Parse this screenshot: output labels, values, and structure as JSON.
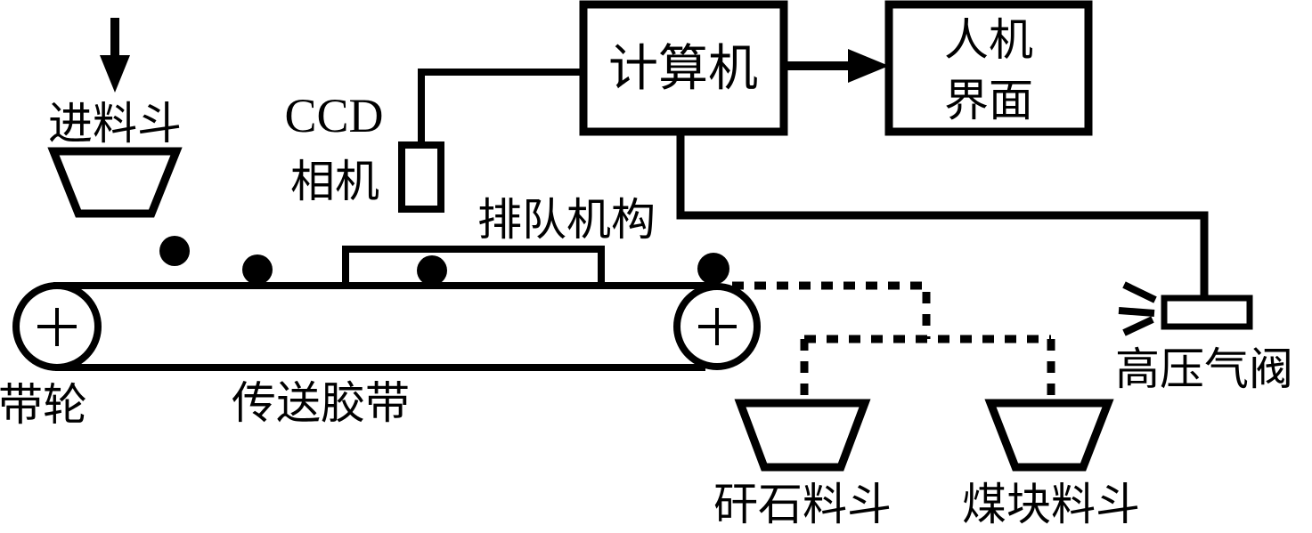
{
  "diagram": {
    "title_hint": "coal-gangue sorting system schematic",
    "colors": {
      "stroke": "#000000",
      "background": "#ffffff"
    },
    "labels": {
      "feed_hopper": "进料斗",
      "ccd_line1": "CCD",
      "ccd_line2": "相机",
      "computer": "计算机",
      "hmi_line1": "人机",
      "hmi_line2": "界面",
      "queue_mechanism": "排队机构",
      "pulley": "带轮",
      "conveyor_belt": "传送胶带",
      "high_pressure_valve": "高压气阀",
      "gangue_hopper": "矸石料斗",
      "coal_hopper": "煤块料斗"
    }
  }
}
